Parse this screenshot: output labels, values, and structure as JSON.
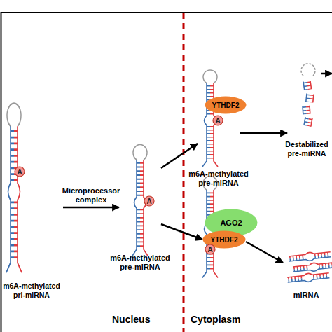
{
  "diagram": {
    "nodes": [
      {
        "text": [
          "m6A-methylated pri-miRNA"
        ]
      },
      {
        "text": [
          "A"
        ],
        "in": 0
      },
      {
        "text": [
          "m6A-methylated pre-miRNA"
        ]
      },
      {
        "text": [
          "A"
        ],
        "in": 2
      },
      {
        "text": [
          "m6A-methylated pre-miRNA"
        ]
      },
      {
        "text": [
          "YTHDF2"
        ],
        "in": 4
      },
      {
        "text": [
          "A"
        ],
        "in": 4
      },
      {
        "text": [
          "Destabilized pre-miRNA"
        ]
      },
      {
        "text": [
          "AGO2"
        ]
      },
      {
        "text": [
          "YTHDF2"
        ]
      },
      {
        "text": [
          "A"
        ]
      },
      {
        "text": [
          "miRNA"
        ]
      }
    ],
    "edges": [
      {
        "from": 0,
        "to": 2,
        "label": "Microprocessor complex",
        "arrow": "to"
      },
      {
        "from": 2,
        "to": 4,
        "arrow": "to"
      },
      {
        "from": 2,
        "to": 9,
        "arrow": "to"
      },
      {
        "from": 4,
        "to": 7,
        "arrow": "to"
      },
      {
        "from": 9,
        "to": 11,
        "arrow": "to"
      }
    ],
    "labels": [
      "Nucleus",
      "Cytoplasm"
    ]
  }
}
